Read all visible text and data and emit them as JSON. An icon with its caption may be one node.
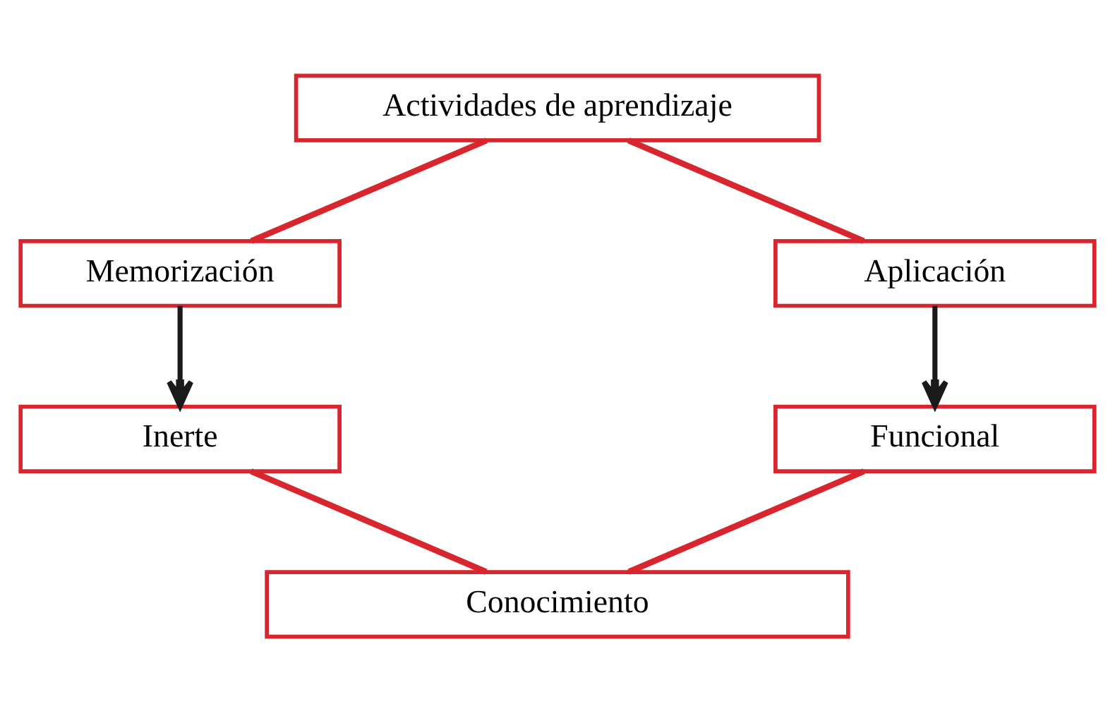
{
  "diagram": {
    "nodes": [
      {
        "text": [
          "Actividades de aprendizaje"
        ]
      },
      {
        "text": [
          "Memorización"
        ]
      },
      {
        "text": [
          "Aplicación"
        ]
      },
      {
        "text": [
          "Inerte"
        ]
      },
      {
        "text": [
          "Funcional"
        ]
      },
      {
        "text": [
          "Conocimiento"
        ]
      }
    ],
    "edges": [
      {
        "from": 0,
        "to": 1,
        "arrow": "none"
      },
      {
        "from": 0,
        "to": 2,
        "arrow": "none"
      },
      {
        "from": 1,
        "to": 3,
        "arrow": "to",
        "color": "#1a1a1a"
      },
      {
        "from": 2,
        "to": 4,
        "arrow": "to",
        "color": "#1a1a1a"
      },
      {
        "from": 3,
        "to": 5,
        "arrow": "none"
      },
      {
        "from": 4,
        "to": 5,
        "arrow": "none"
      }
    ]
  }
}
